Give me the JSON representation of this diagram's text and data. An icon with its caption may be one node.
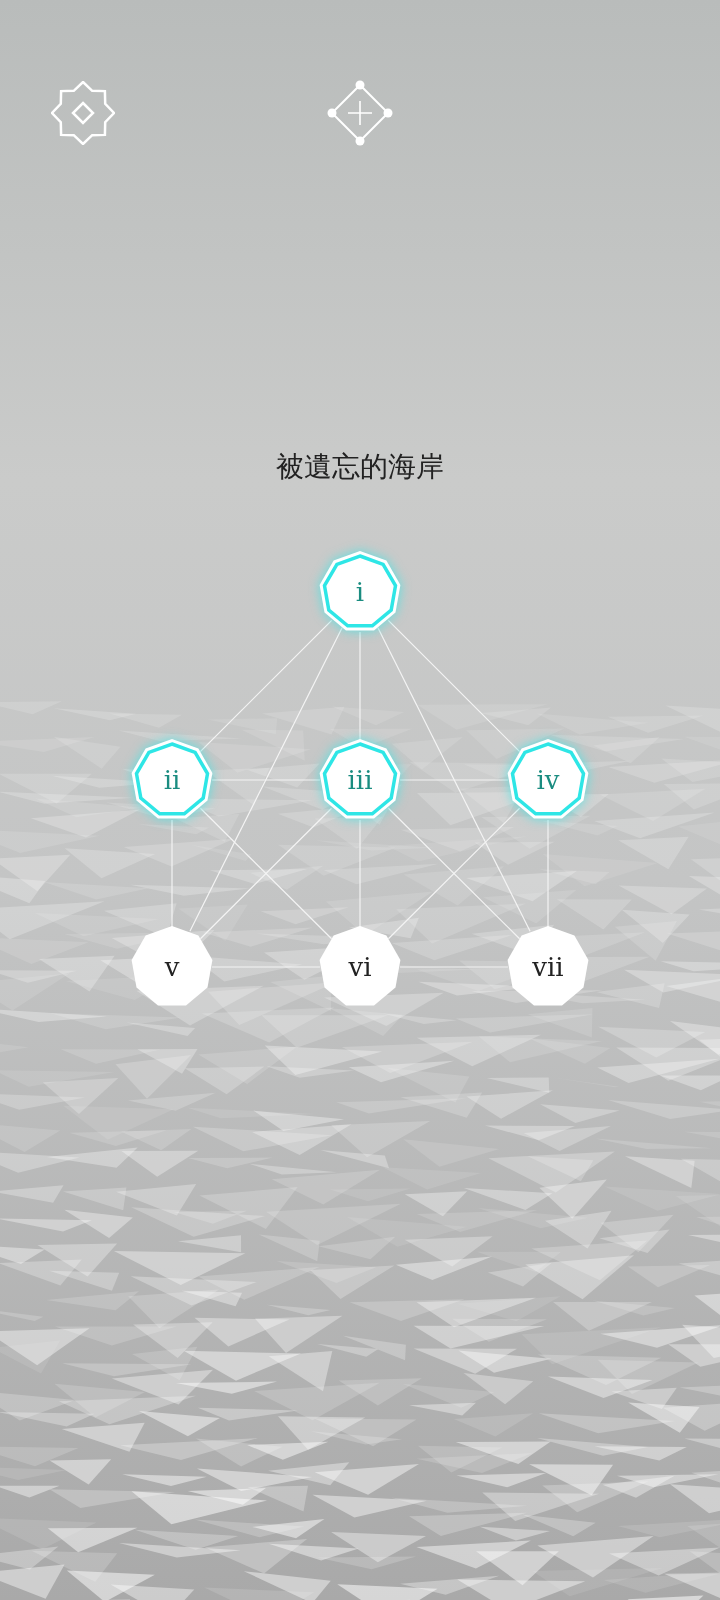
{
  "diagram": {
    "title": "被遺忘的海岸",
    "nodes": [
      {
        "text": [
          "i"
        ]
      },
      {
        "text": [
          "ii"
        ]
      },
      {
        "text": [
          "iii"
        ]
      },
      {
        "text": [
          "iv"
        ]
      },
      {
        "text": [
          "v"
        ]
      },
      {
        "text": [
          "vi"
        ]
      },
      {
        "text": [
          "vii"
        ]
      }
    ],
    "edges": [
      {
        "from": 0,
        "to": 1,
        "arrow": "none"
      },
      {
        "from": 0,
        "to": 4,
        "arrow": "none"
      },
      {
        "from": 0,
        "to": 2,
        "arrow": "none"
      },
      {
        "from": 0,
        "to": 6,
        "arrow": "none"
      },
      {
        "from": 0,
        "to": 3,
        "arrow": "none"
      },
      {
        "from": 1,
        "to": 2,
        "arrow": "none"
      },
      {
        "from": 2,
        "to": 3,
        "arrow": "none"
      },
      {
        "from": 1,
        "to": 4,
        "arrow": "none"
      },
      {
        "from": 1,
        "to": 5,
        "arrow": "none"
      },
      {
        "from": 2,
        "to": 4,
        "arrow": "none"
      },
      {
        "from": 2,
        "to": 5,
        "arrow": "none"
      },
      {
        "from": 2,
        "to": 6,
        "arrow": "none"
      },
      {
        "from": 3,
        "to": 5,
        "arrow": "none"
      },
      {
        "from": 3,
        "to": 6,
        "arrow": "none"
      },
      {
        "from": 4,
        "to": 5,
        "arrow": "none"
      },
      {
        "from": 5,
        "to": 6,
        "arrow": "none"
      }
    ]
  }
}
